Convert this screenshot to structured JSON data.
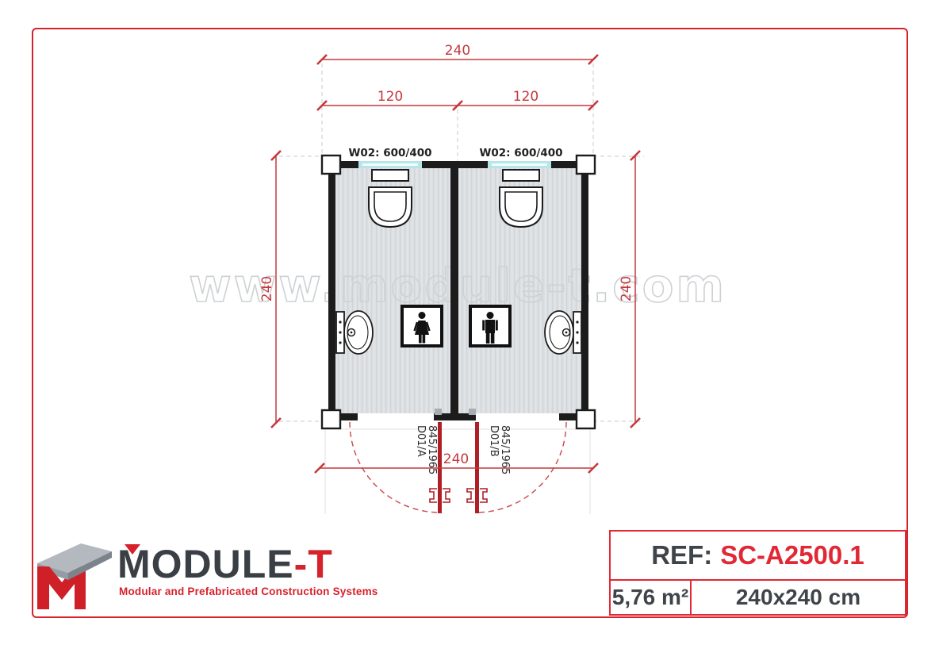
{
  "watermark": "www.module-t.com",
  "plan": {
    "dim_top_total": "240",
    "dim_top_left_half": "120",
    "dim_top_right_half": "120",
    "dim_side_left": "240",
    "dim_side_right": "240",
    "dim_bottom": "240",
    "window_left": "W02: 600/400",
    "window_right": "W02: 600/400",
    "door_left_code": "D01/A",
    "door_left_size": "845/1965",
    "door_right_code": "D01/B",
    "door_right_size": "845/1965"
  },
  "logo": {
    "brand_main": "MODULE",
    "brand_accent": "-T",
    "tagline": "Modular and Prefabricated Construction Systems"
  },
  "ref_panel": {
    "label": "REF:",
    "value": "SC-A2500.1",
    "area": "5,76 m²",
    "dimensions": "240x240 cm"
  },
  "colors": {
    "accent_red": "#d6222b",
    "dimension_red": "#c5383d",
    "door_red": "#ae1f26",
    "wall_black": "#1c1c1c",
    "window_cyan": "#b7e6ea",
    "floor_gray": "#dde0e3",
    "text_dark": "#3a3f45"
  }
}
